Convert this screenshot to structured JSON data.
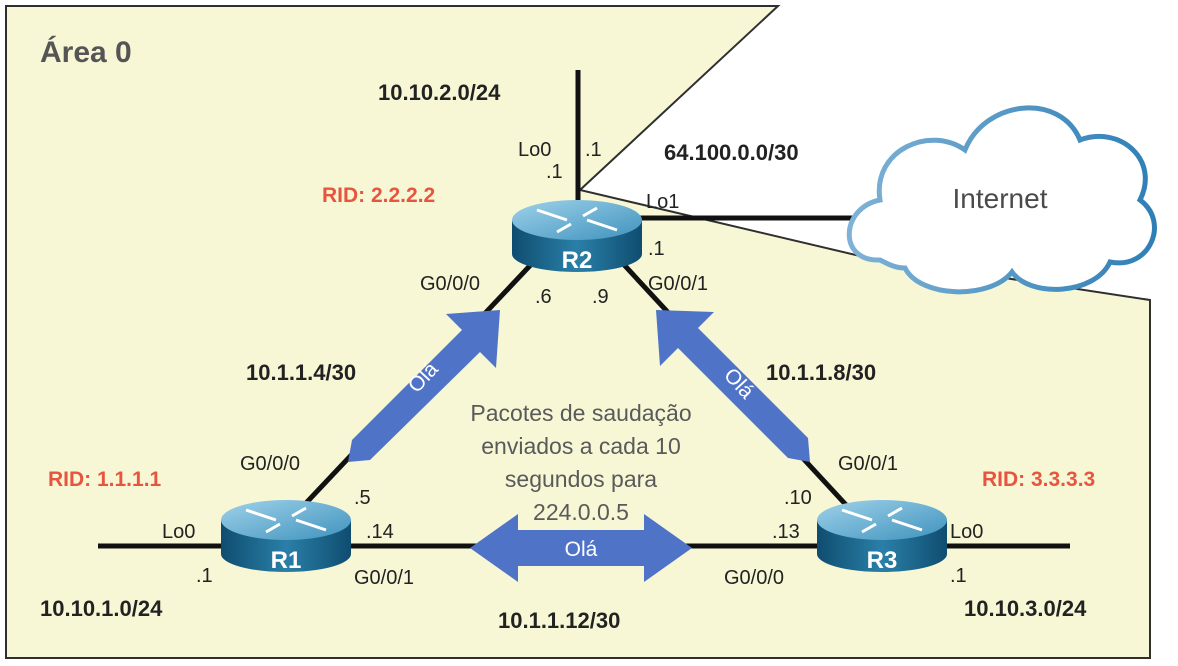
{
  "area": {
    "label": "Área 0"
  },
  "routers": {
    "r1": {
      "name": "R1",
      "rid": "RID: 1.1.1.1"
    },
    "r2": {
      "name": "R2",
      "rid": "RID: 2.2.2.2"
    },
    "r3": {
      "name": "R3",
      "rid": "RID: 3.3.3.3"
    }
  },
  "networks": {
    "r2_lan": "10.10.2.0/24",
    "r1_lan": "10.10.1.0/24",
    "r3_lan": "10.10.3.0/24",
    "internet_link": "64.100.0.0/30",
    "r1_r2": "10.1.1.4/30",
    "r2_r3": "10.1.1.8/30",
    "r1_r3": "10.1.1.12/30"
  },
  "interfaces": {
    "r2_lo0": "Lo0",
    "r2_lo0_addr_top": ".1",
    "r2_lo0_addr_left": ".1",
    "r2_lo1": "Lo1",
    "r2_lo1_addr": ".1",
    "r2_g000": "G0/0/0",
    "r2_g000_addr": ".6",
    "r2_g001": "G0/0/1",
    "r2_g001_addr": ".9",
    "r1_g000": "G0/0/0",
    "r1_g000_addr": ".5",
    "r1_g001": "G0/0/1",
    "r1_g001_addr": ".14",
    "r1_lo0": "Lo0",
    "r1_lo0_addr": ".1",
    "r3_g001": "G0/0/1",
    "r3_g001_addr": ".10",
    "r3_g000": "G0/0/0",
    "r3_g000_addr": ".13",
    "r3_lo0": "Lo0",
    "r3_lo0_addr": ".1"
  },
  "hello": {
    "left": "Olá",
    "right": "Olá",
    "bottom": "Olá"
  },
  "note": {
    "line1": "Pacotes de saudação",
    "line2": "enviados a cada 10",
    "line3": "segundos para",
    "line4": "224.0.0.5"
  },
  "cloud": {
    "label": "Internet"
  },
  "colors": {
    "area_fill": "#f7f7d6",
    "arrow": "#4f73c6",
    "rid": "#e8553f",
    "router_top": "#6fb3d2",
    "router_body": "#1f6a92"
  }
}
